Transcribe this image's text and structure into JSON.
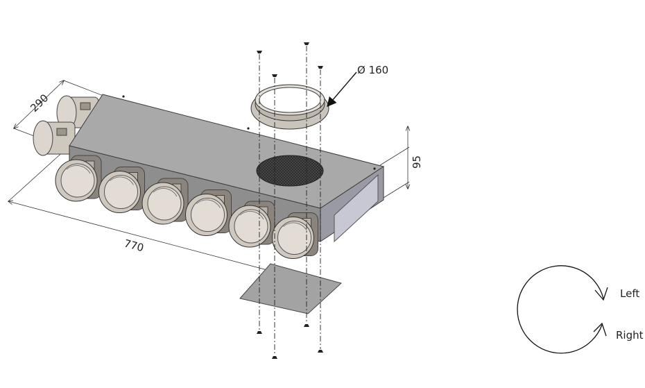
{
  "dimensions": {
    "depth": "290",
    "length": "770",
    "height": "95",
    "inlet_diameter": "Ø 160"
  },
  "rotation": {
    "left_label": "Left",
    "right_label": "Right"
  },
  "colors": {
    "box_top": "#a9a9a9",
    "box_front": "#8e8e8e",
    "box_end": "#c8c8d4",
    "spigot": "#cfc8bf",
    "spigot_shadow": "#8a847c",
    "plate": "#a3a3a3",
    "mesh": "#2b2b2b",
    "line": "#333333"
  },
  "spigot_count": 6,
  "rear_spigot_count": 2
}
